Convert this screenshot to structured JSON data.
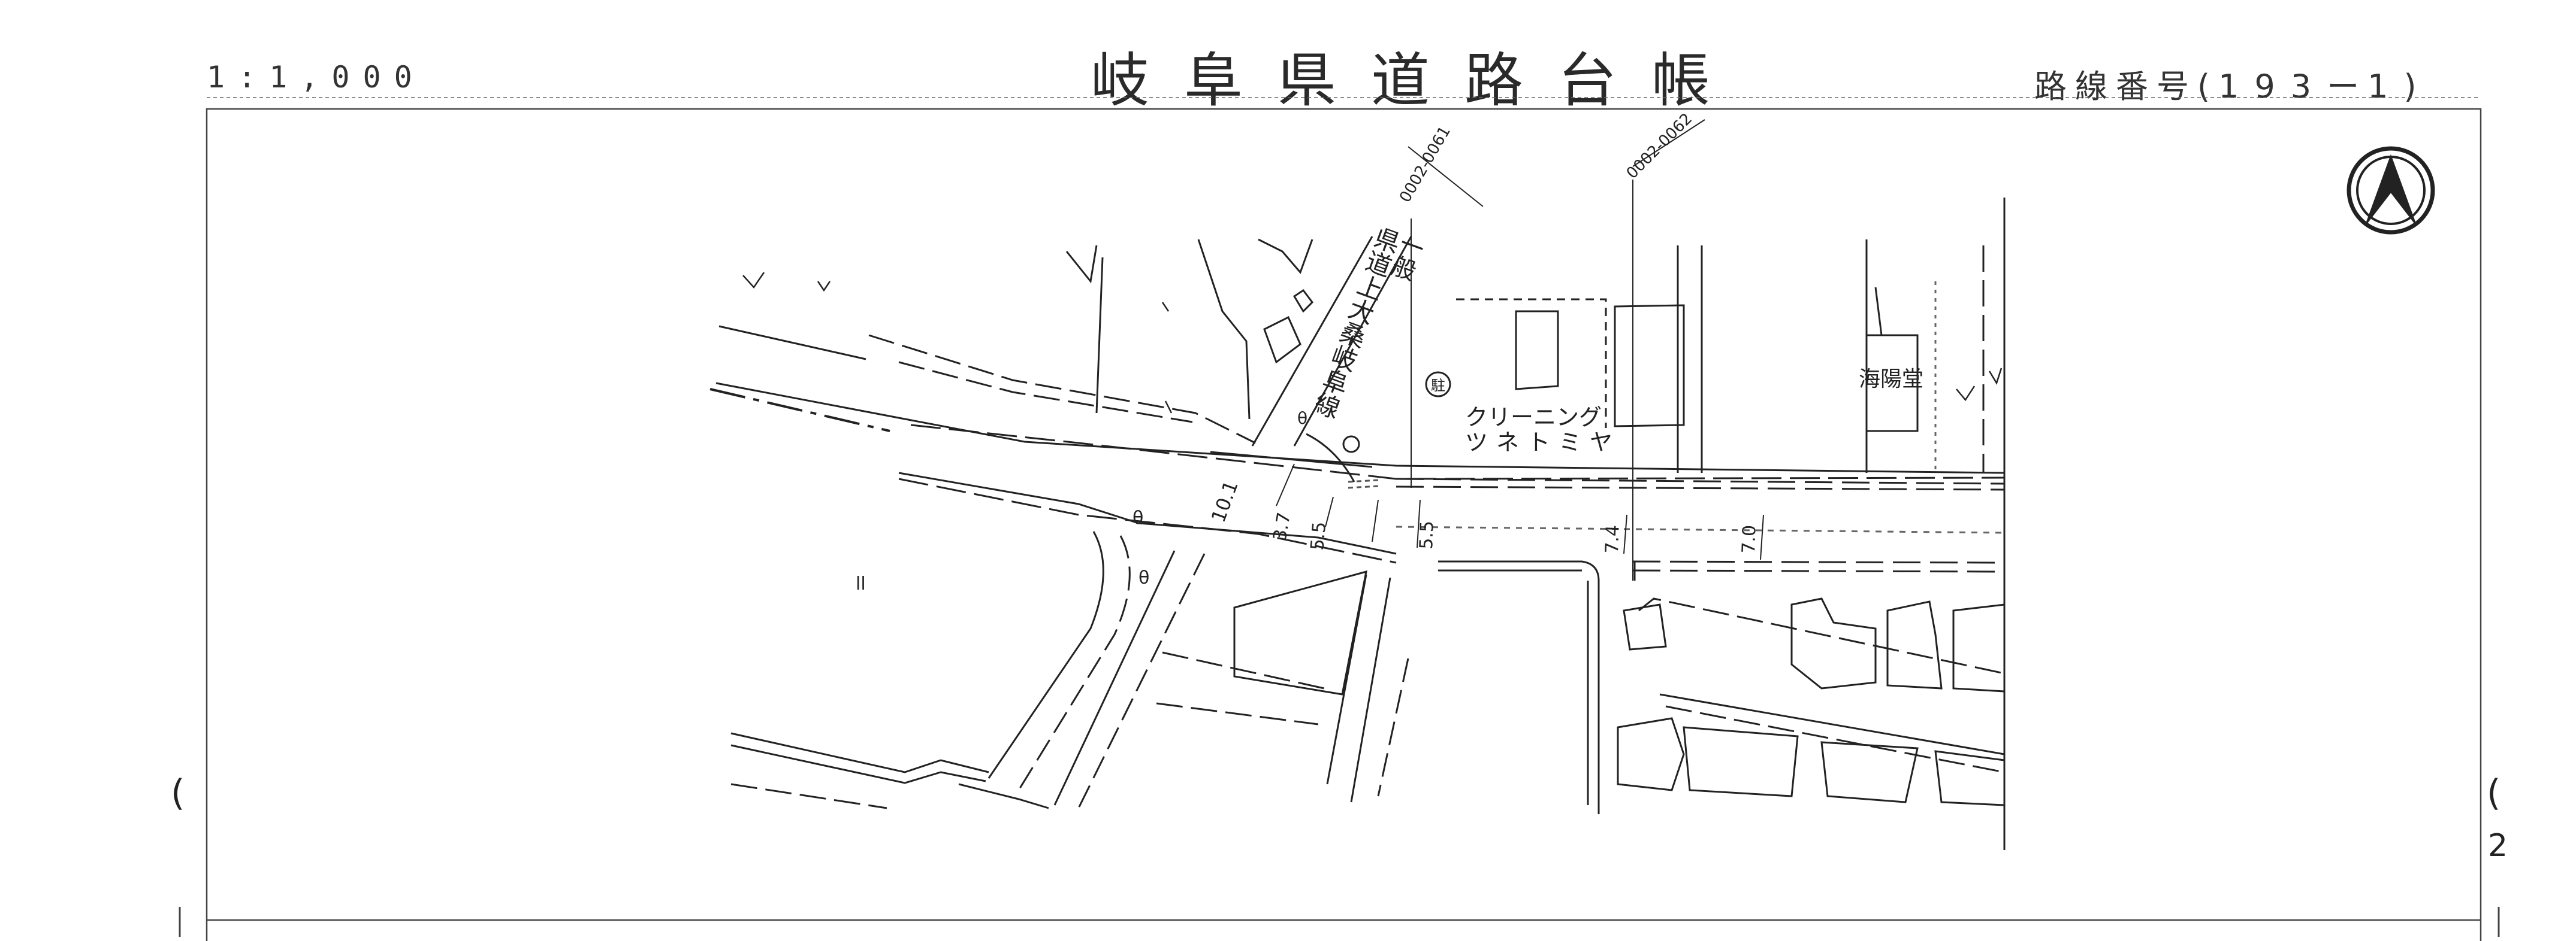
{
  "header": {
    "scale": "1:1,000",
    "title": "岐阜県道路台帳",
    "route_prefix": "路線番号",
    "route_open": "(",
    "route_number": "193",
    "route_dash": "ー",
    "route_section": "1",
    "route_close": ")"
  },
  "map": {
    "north_arrow_icon": "north-arrow-icon",
    "sheet_marks": {
      "left": "(",
      "right_top": "(",
      "right_mid": "2"
    },
    "stations": [
      "0002-0061",
      "0002-0062"
    ],
    "road_name": "県道上大桑岐阜線",
    "road_name_prefix": "一般",
    "buildings": [
      "クリーニング",
      "ツネトミヤ",
      "海陽堂"
    ],
    "parking_mark": "駐",
    "widths": [
      "10.1",
      "3.7",
      "5.5",
      "5.5",
      "7.4",
      "7.0"
    ],
    "small_marks": [
      "ll",
      "θ",
      "θ",
      "θ"
    ]
  },
  "colors": {
    "line": "#222222",
    "frame": "#444444"
  }
}
